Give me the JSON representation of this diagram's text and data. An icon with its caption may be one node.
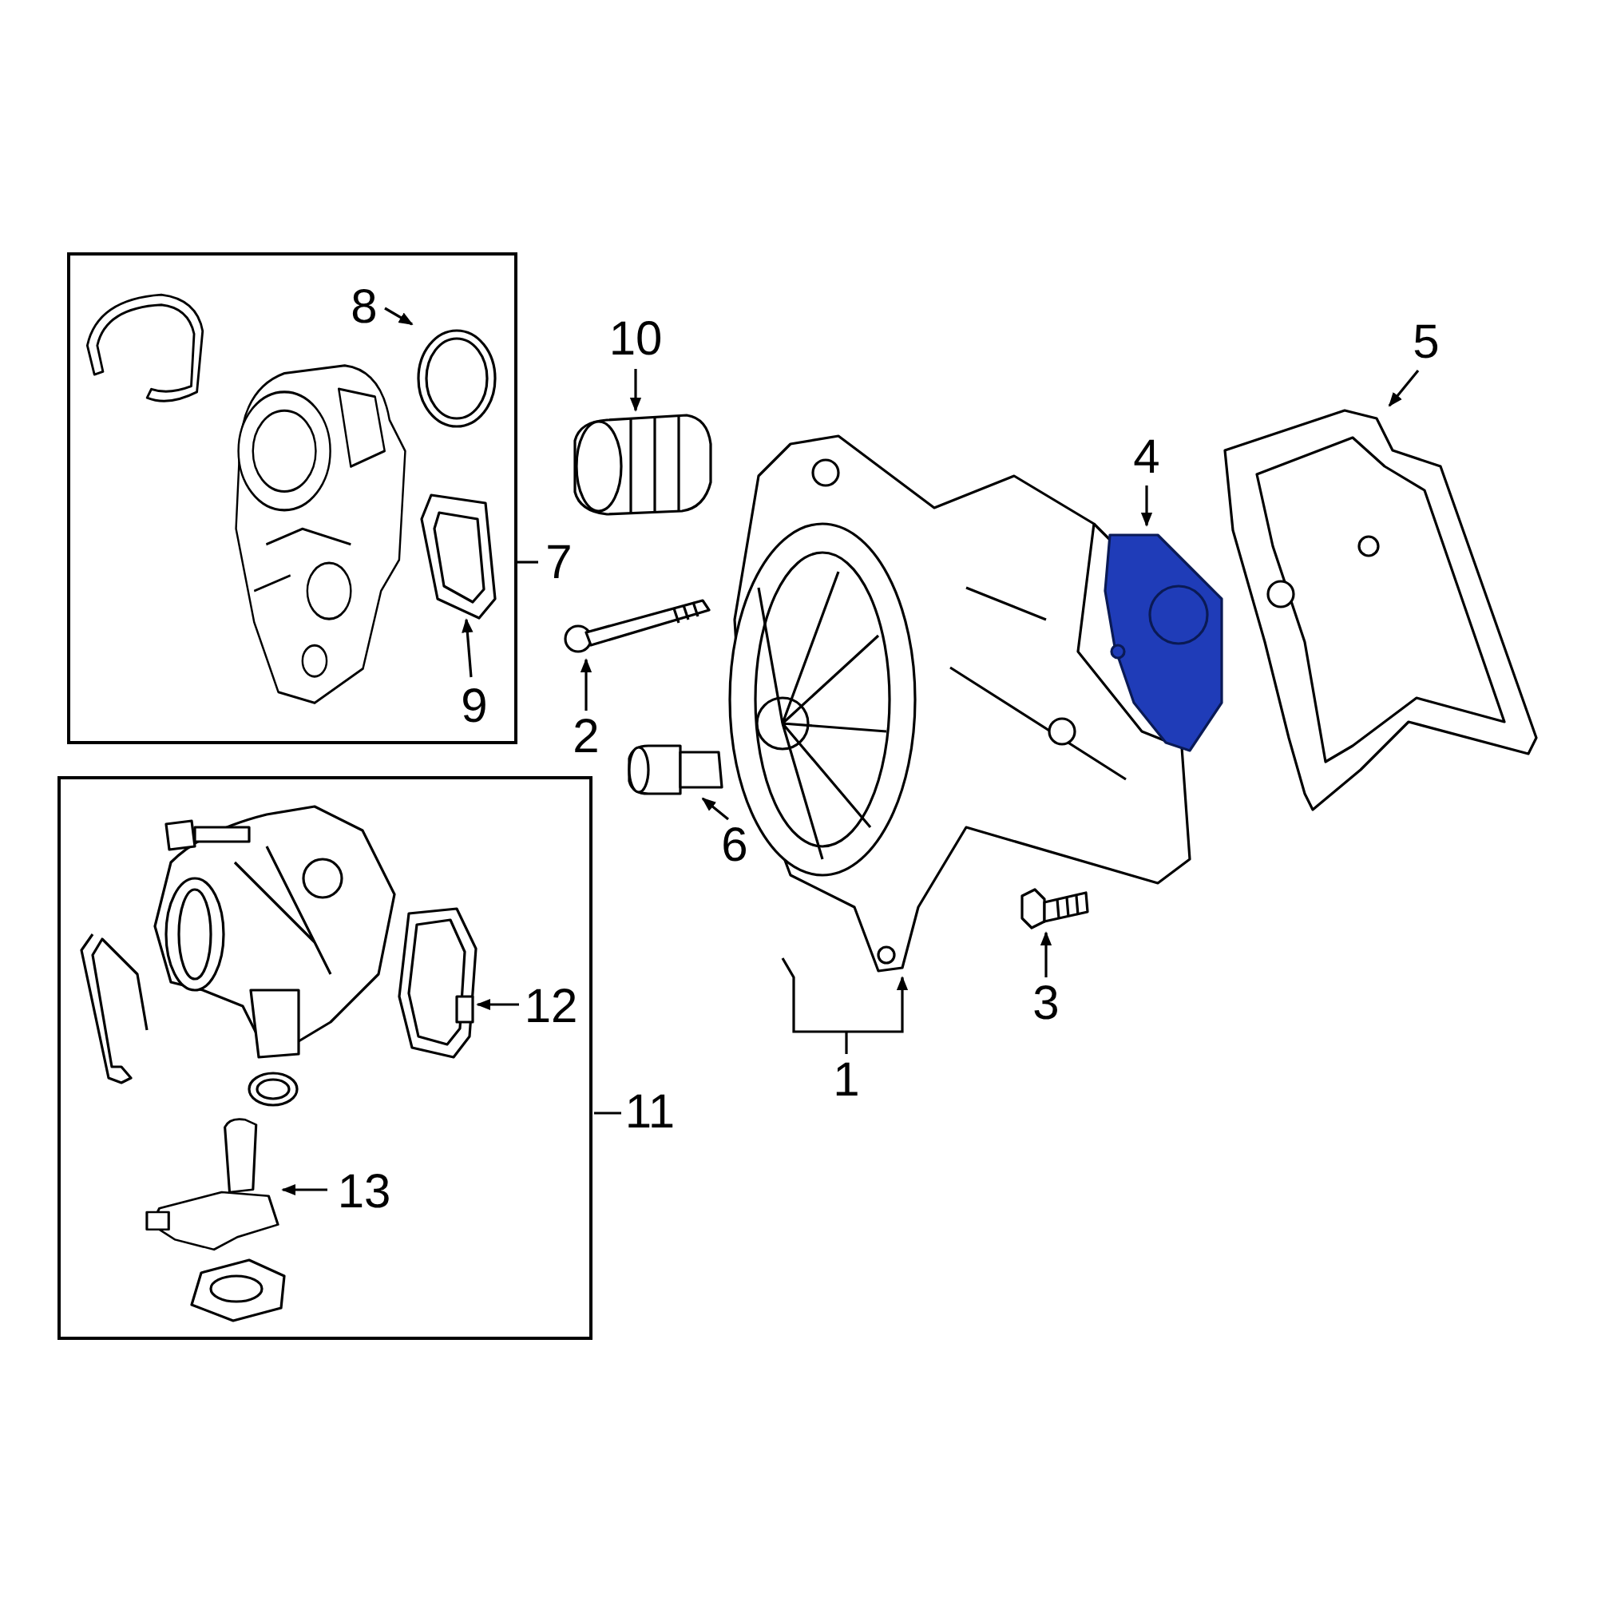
{
  "diagram": {
    "nodes": [
      {
        "text": [],
        "shape": "box"
      },
      {
        "text": [],
        "shape": "picture",
        "in": 0
      },
      {
        "text": [],
        "shape": "picture",
        "in": 0
      },
      {
        "text": [],
        "shape": "picture",
        "in": 0
      },
      {
        "text": [],
        "shape": "picture",
        "in": 0
      },
      {
        "text": [
          "8"
        ],
        "in": 0
      },
      {
        "text": [
          "9"
        ],
        "in": 0
      },
      {
        "text": [
          "7"
        ]
      },
      {
        "text": [],
        "shape": "box"
      },
      {
        "text": [],
        "shape": "picture",
        "in": 8
      },
      {
        "text": [],
        "shape": "picture",
        "in": 8
      },
      {
        "text": [],
        "shape": "picture",
        "in": 8
      },
      {
        "text": [],
        "shape": "picture",
        "in": 8
      },
      {
        "text": [],
        "shape": "picture",
        "in": 8
      },
      {
        "text": [],
        "shape": "picture",
        "in": 8
      },
      {
        "text": [],
        "shape": "picture",
        "in": 8
      },
      {
        "text": [
          "12"
        ],
        "in": 8
      },
      {
        "text": [
          "13"
        ],
        "in": 8
      },
      {
        "text": [
          "11"
        ]
      },
      {
        "text": [
          "10"
        ]
      },
      {
        "text": [],
        "shape": "picture"
      },
      {
        "text": [
          "2"
        ]
      },
      {
        "text": [],
        "shape": "picture"
      },
      {
        "text": [
          "6"
        ]
      },
      {
        "text": [],
        "shape": "picture"
      },
      {
        "text": [],
        "shape": "picture"
      },
      {
        "text": [
          "1"
        ]
      },
      {
        "text": [
          "3"
        ]
      },
      {
        "text": [],
        "shape": "picture"
      },
      {
        "text": [
          "4"
        ]
      },
      {
        "text": [],
        "shape": "picture"
      },
      {
        "text": [
          "5"
        ]
      },
      {
        "text": [],
        "shape": "picture"
      }
    ],
    "edges": [
      {
        "from": 5,
        "to": 3,
        "arrow": "to"
      },
      {
        "from": 6,
        "to": 4,
        "arrow": "to"
      },
      {
        "from": 7,
        "to": 0,
        "arrow": "none"
      },
      {
        "from": 16,
        "to": 12,
        "arrow": "to"
      },
      {
        "from": 17,
        "to": 14,
        "arrow": "to"
      },
      {
        "from": 18,
        "to": 8,
        "arrow": "none"
      },
      {
        "from": 19,
        "to": 20,
        "arrow": "to"
      },
      {
        "from": 21,
        "to": 22,
        "arrow": "to"
      },
      {
        "from": 23,
        "to": 24,
        "arrow": "to"
      },
      {
        "from": 26,
        "to": 25,
        "arrow": "to"
      },
      {
        "from": 27,
        "to": 28,
        "arrow": "to"
      },
      {
        "from": 29,
        "to": 30,
        "arrow": "to"
      },
      {
        "from": 31,
        "to": 32,
        "arrow": "to"
      }
    ]
  }
}
